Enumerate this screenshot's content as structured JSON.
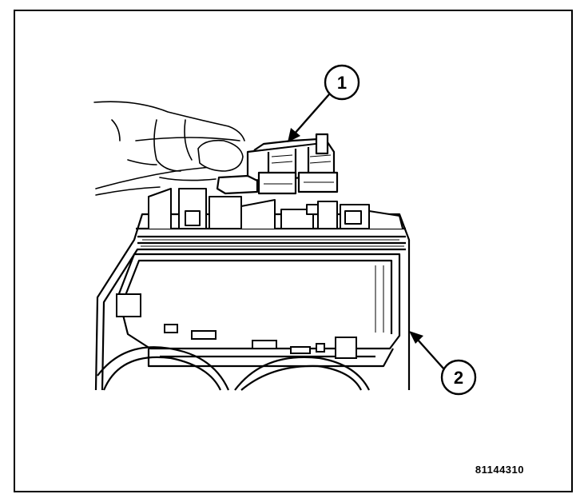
{
  "callouts": [
    {
      "label": "1"
    },
    {
      "label": "2"
    }
  ],
  "figure": {
    "id": "81144310"
  },
  "colors": {
    "line": "#000000",
    "paper": "#ffffff",
    "shade": "#cfcfcf"
  }
}
